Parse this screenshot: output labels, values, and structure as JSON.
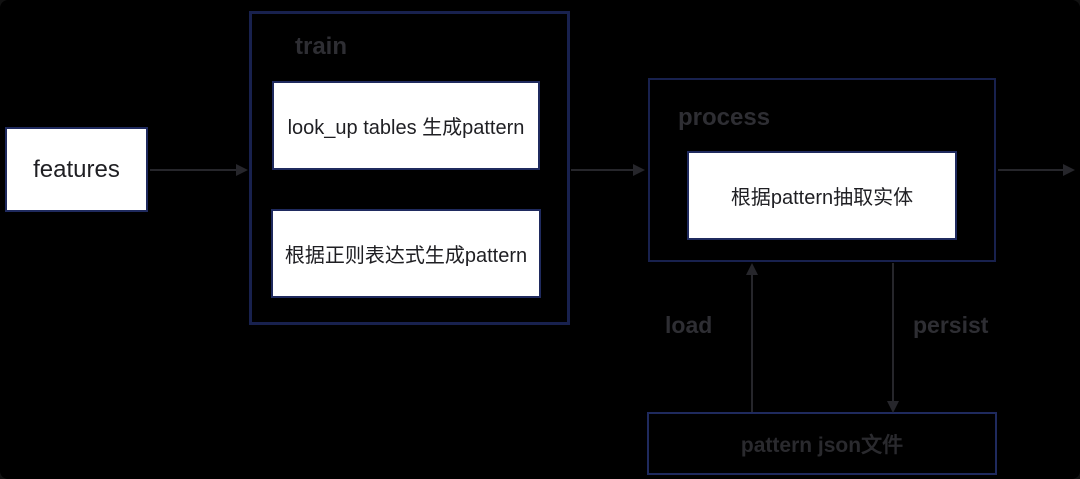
{
  "colors": {
    "background": "#000000",
    "node_border": "#1f2a5e",
    "group_border": "#18214e",
    "node_fill": "#ffffff",
    "node_text": "#1f1f23",
    "group_label": "#2e2e33",
    "arrow": "#26262b",
    "file_text": "#2a2a2e"
  },
  "nodes": {
    "features": {
      "label": "features"
    },
    "train": {
      "label": "train",
      "children": [
        {
          "label": "look_up tables 生成pattern"
        },
        {
          "label": "根据正则表达式生成pattern"
        }
      ]
    },
    "process": {
      "label": "process",
      "children": [
        {
          "label": "根据pattern抽取实体"
        }
      ]
    },
    "pattern_file": {
      "label": "pattern json文件"
    }
  },
  "edges": {
    "features_to_train": {
      "label": ""
    },
    "train_to_process": {
      "label": ""
    },
    "process_to_output": {
      "label": ""
    },
    "load": {
      "label": "load"
    },
    "persist": {
      "label": "persist"
    }
  }
}
